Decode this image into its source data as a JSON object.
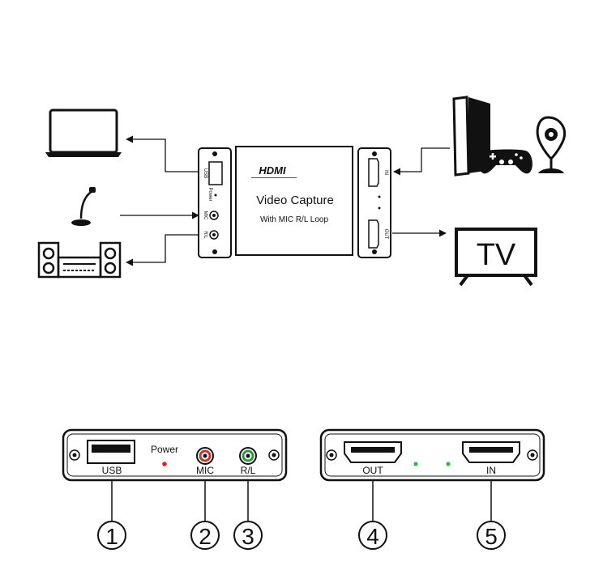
{
  "device": {
    "logo_text": "HDMI",
    "title": "Video Capture",
    "subtitle": "With MIC R/L Loop",
    "left_port_labels": {
      "usb": "USB",
      "power": "Power",
      "mic": "MIC",
      "rl": "R/L"
    },
    "right_port_labels": {
      "in": "IN",
      "out": "OUT"
    }
  },
  "tv_label": "TV",
  "panels": {
    "left": {
      "usb": "USB",
      "power": "Power",
      "mic": "MIC",
      "rl": "R/L"
    },
    "right": {
      "out": "OUT",
      "in": "IN"
    }
  },
  "callouts": [
    "1",
    "2",
    "3",
    "4",
    "5"
  ],
  "icons": [
    "laptop-icon",
    "microphone-icon",
    "stereo-icon",
    "game-console-icon",
    "gamepad-icon",
    "webcam-icon",
    "tv-icon"
  ],
  "colors": {
    "line": "#111111",
    "power_led": "#e02020",
    "status_led": "#2fb84a",
    "mic_jack": "#c0392b",
    "rl_jack": "#2e9b45"
  }
}
